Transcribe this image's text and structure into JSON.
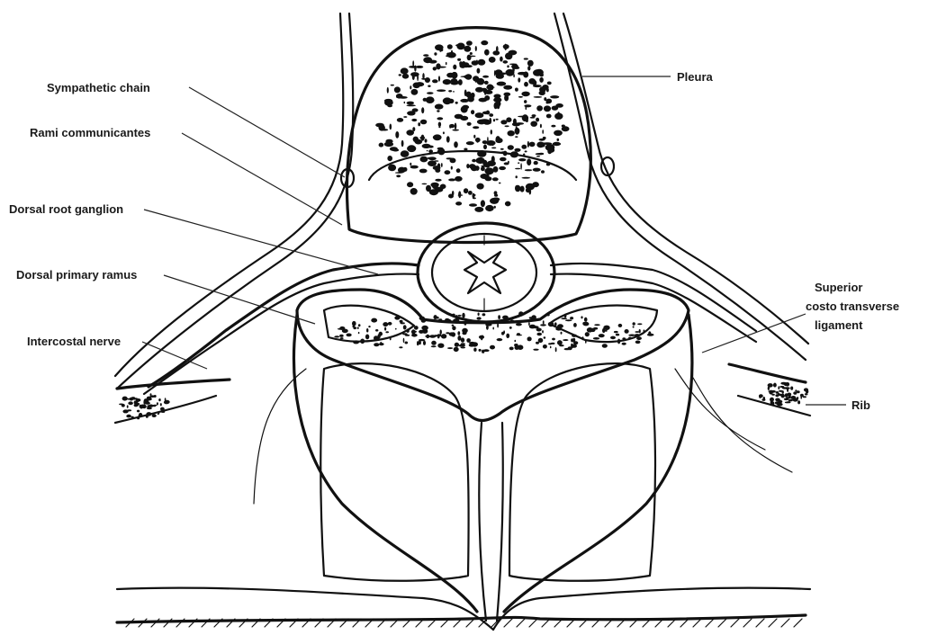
{
  "labels": {
    "sympathetic_chain": "Sympathetic  chain",
    "rami_communicantes": "Rami  communicantes",
    "dorsal_root_ganglion": "Dorsal  root  ganglion",
    "dorsal_primary_ramus": "Dorsal  primary  ramus",
    "intercostal_nerve": "Intercostal  nerve",
    "pleura": "Pleura",
    "superior": "Superior",
    "costo_transverse": "costo  transverse",
    "ligament": "ligament",
    "rib": "Rib"
  }
}
